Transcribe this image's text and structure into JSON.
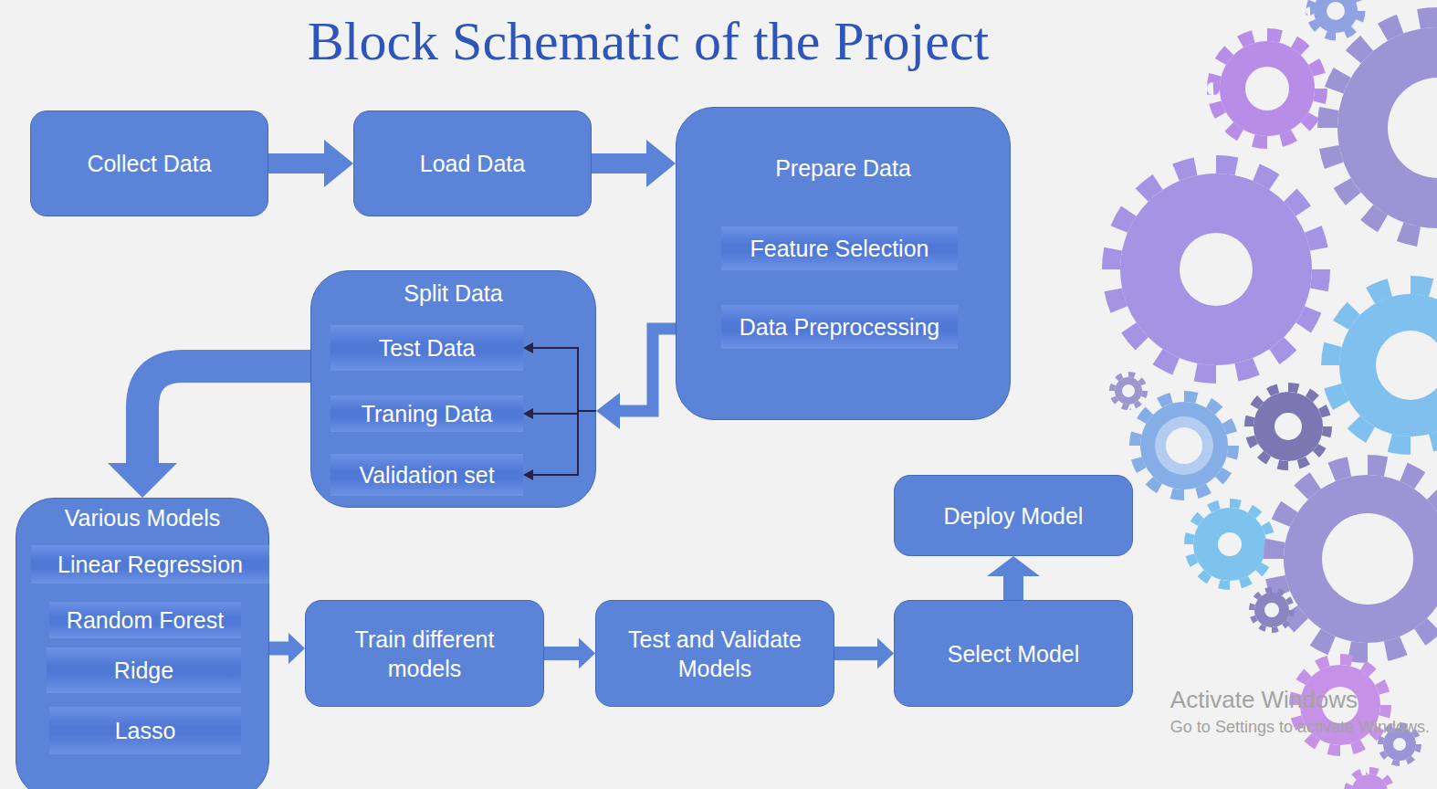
{
  "diagram": {
    "title": "Block Schematic of the Project",
    "nodes": [
      {
        "text": [
          "Collect Data"
        ]
      },
      {
        "text": [
          "Load Data"
        ]
      },
      {
        "text": [
          "Prepare Data"
        ]
      },
      {
        "text": [
          "Feature Selection"
        ],
        "in": 2
      },
      {
        "text": [
          "Data Preprocessing"
        ],
        "in": 2
      },
      {
        "text": [
          "Split Data"
        ]
      },
      {
        "text": [
          "Test Data"
        ],
        "in": 5
      },
      {
        "text": [
          "Traning Data"
        ],
        "in": 5
      },
      {
        "text": [
          "Validation set"
        ],
        "in": 5
      },
      {
        "text": [
          "Various Models"
        ]
      },
      {
        "text": [
          "Linear Regression"
        ],
        "in": 9
      },
      {
        "text": [
          "Random Forest"
        ],
        "in": 9
      },
      {
        "text": [
          "Ridge"
        ],
        "in": 9
      },
      {
        "text": [
          "Lasso"
        ],
        "in": 9
      },
      {
        "text": [
          "Train different models"
        ]
      },
      {
        "text": [
          "Test and Validate Models"
        ]
      },
      {
        "text": [
          "Select Model"
        ]
      },
      {
        "text": [
          "Deploy Model"
        ]
      }
    ],
    "edges": [
      {
        "from": 0,
        "to": 1,
        "arrow": "to"
      },
      {
        "from": 1,
        "to": 2,
        "arrow": "to"
      },
      {
        "from": 2,
        "to": 5,
        "arrow": "to"
      },
      {
        "from": 5,
        "to": 6,
        "arrow": "to"
      },
      {
        "from": 5,
        "to": 7,
        "arrow": "to"
      },
      {
        "from": 5,
        "to": 8,
        "arrow": "to"
      },
      {
        "from": 5,
        "to": 9,
        "arrow": "to"
      },
      {
        "from": 9,
        "to": 14,
        "arrow": "to"
      },
      {
        "from": 14,
        "to": 15,
        "arrow": "to"
      },
      {
        "from": 15,
        "to": 16,
        "arrow": "to"
      },
      {
        "from": 16,
        "to": 17,
        "arrow": "to"
      }
    ],
    "labels": [
      "Activate Windows",
      "Go to Settings to activate Windows."
    ]
  }
}
